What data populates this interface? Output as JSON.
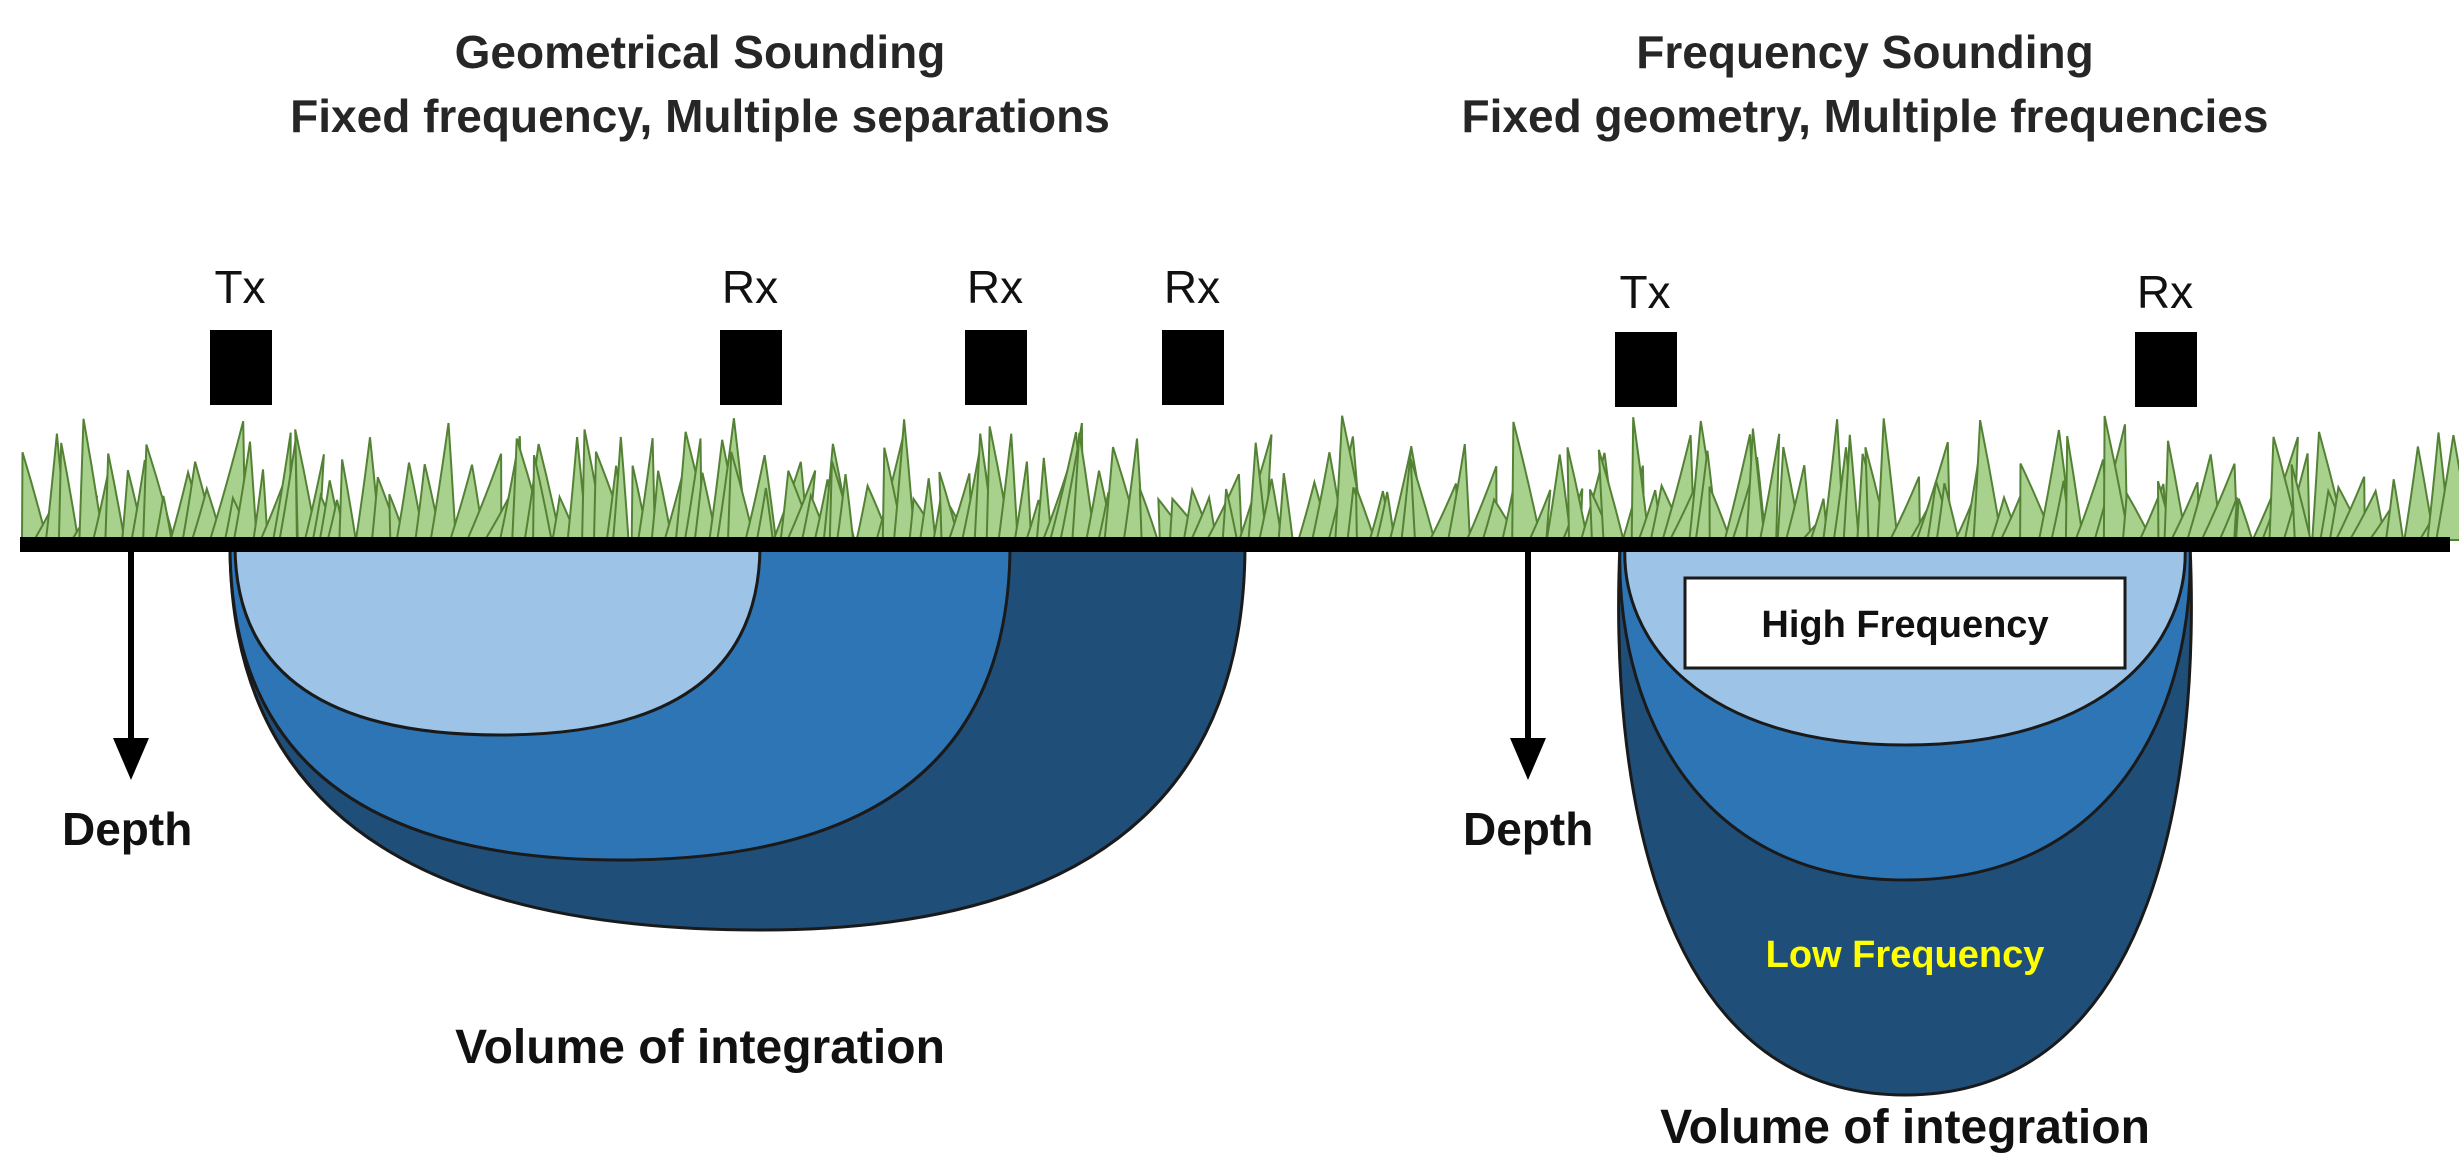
{
  "left": {
    "title_line1": "Geometrical Sounding",
    "title_line2": "Fixed frequency, Multiple separations",
    "tx_label": "Tx",
    "rx_labels": [
      "Rx",
      "Rx",
      "Rx"
    ],
    "depth_label": "Depth",
    "volume_label": "Volume of integration"
  },
  "right": {
    "title_line1": "Frequency Sounding",
    "title_line2": "Fixed geometry, Multiple frequencies",
    "tx_label": "Tx",
    "rx_label": "Rx",
    "depth_label": "Depth",
    "high_freq_label": "High Frequency",
    "low_freq_label": "Low Frequency",
    "volume_label": "Volume of integration"
  },
  "colors": {
    "light_blue": "#9dc3e6",
    "mid_blue": "#2e75b6",
    "dark_blue": "#1f4e79",
    "grass": "#a9d18e",
    "grass_stroke": "#548235",
    "low_freq_text": "#ffff00",
    "ground_line": "#000000"
  }
}
